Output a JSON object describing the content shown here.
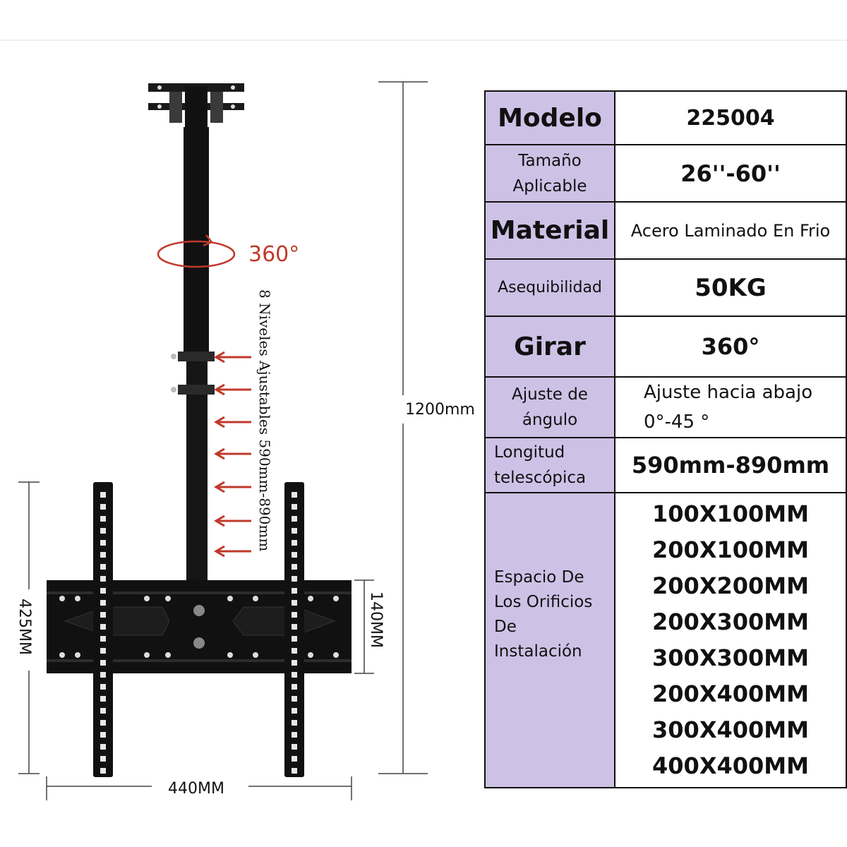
{
  "diagram": {
    "rotation_label": "360°",
    "levels_label": "8 Niveles Ajustables 590mm-890mm",
    "dim_total_height": "1200mm",
    "dim_plate_height": "425MM",
    "dim_plate_width": "440MM",
    "dim_bar_height": "140MM",
    "accent_color": "#c0392b"
  },
  "spec_table": {
    "header_color": "#cdc2e6",
    "rows": [
      {
        "label": "Modelo",
        "value": "225004"
      },
      {
        "label_lines": [
          "Tamaño",
          "Aplicable"
        ],
        "value": "26''-60''"
      },
      {
        "label": "Material",
        "value": "Acero Laminado En Frio"
      },
      {
        "label": "Asequibilidad",
        "value": "50KG"
      },
      {
        "label": "Girar",
        "value": "360°"
      },
      {
        "label_lines": [
          "Ajuste de",
          "ángulo"
        ],
        "value_lines": [
          "Ajuste hacia abajo",
          "0°-45 °"
        ]
      },
      {
        "label_lines": [
          "Longitud",
          "telescópica"
        ],
        "value": "590mm-890mm"
      },
      {
        "label_lines": [
          "Espacio De",
          "Los Orificios",
          "De",
          "Instalación"
        ],
        "values": [
          "100X100MM",
          "200X100MM",
          "200X200MM",
          "200X300MM",
          "300X300MM",
          "200X400MM",
          "300X400MM",
          "400X400MM"
        ]
      }
    ]
  }
}
